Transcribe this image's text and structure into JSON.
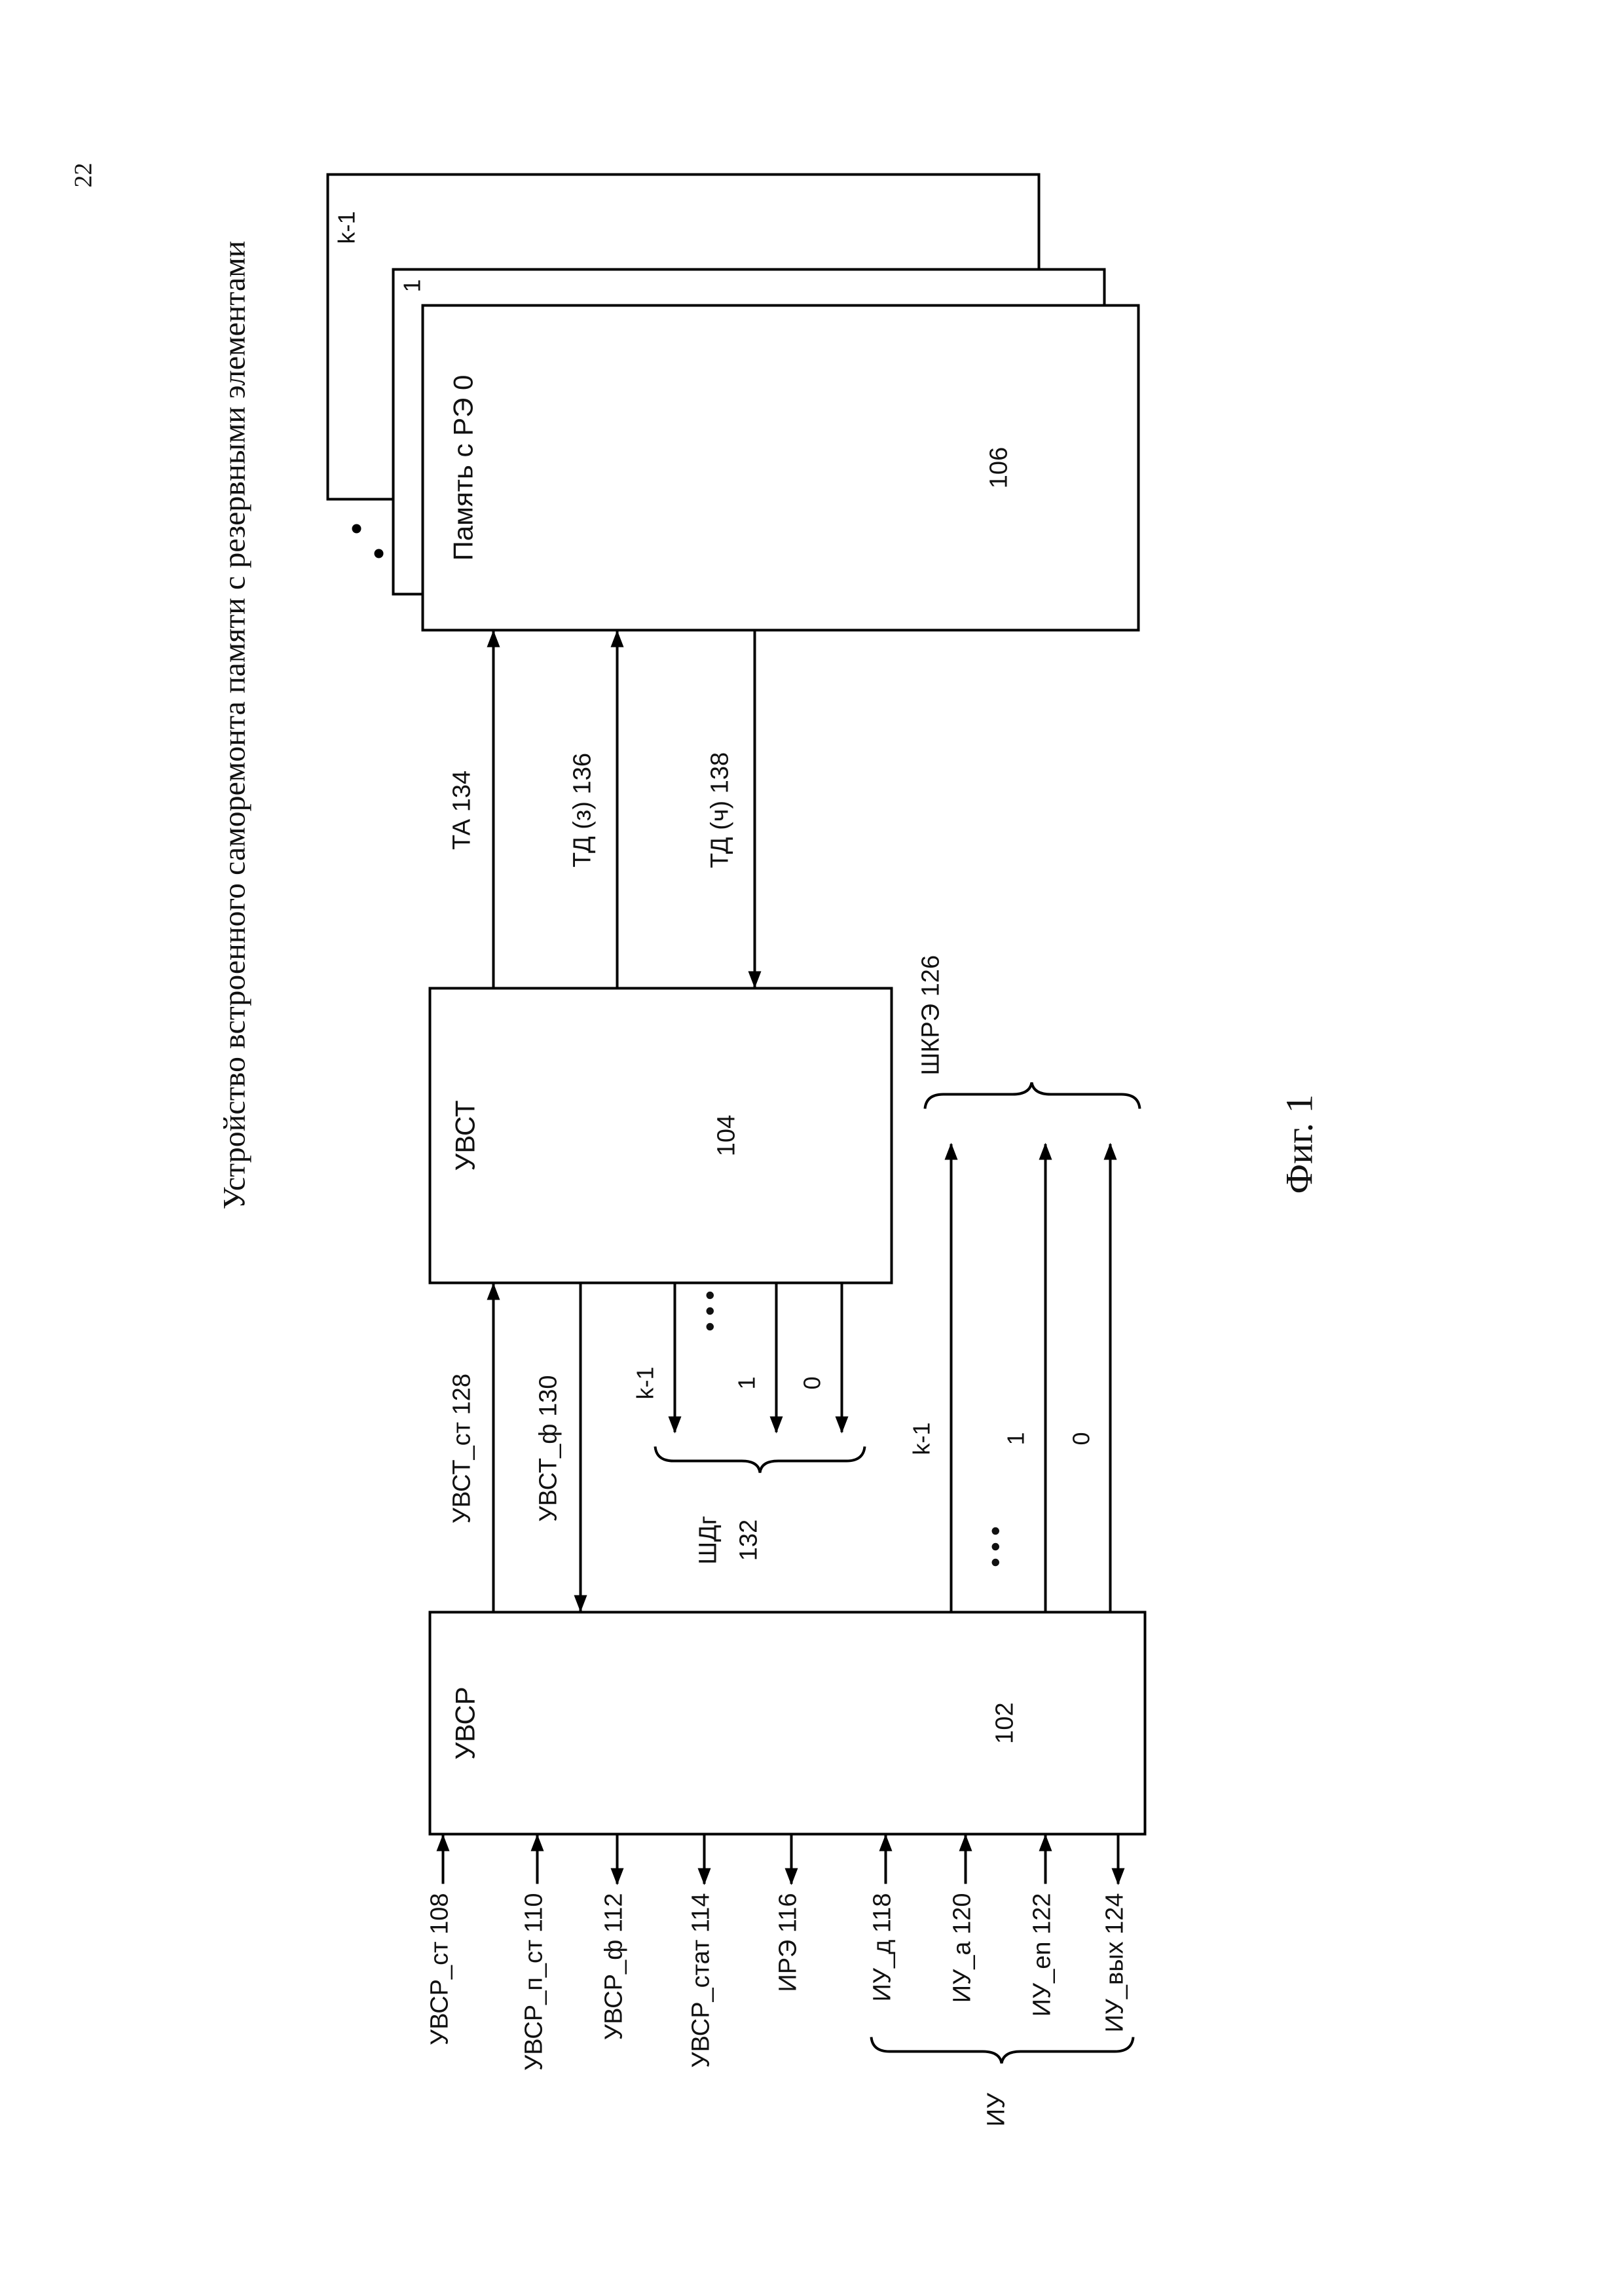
{
  "page": {
    "number": "22",
    "title": "Устройство встроенного саморемонта памяти с резервными элементами",
    "figure_caption": "Фиг. 1"
  },
  "colors": {
    "line": "#000000",
    "background": "#ffffff",
    "text": "#111111"
  },
  "blocks": {
    "uvsr": {
      "name": "УВСР",
      "ref": "102"
    },
    "uvst": {
      "name": "УВСТ",
      "ref": "104"
    },
    "memory": {
      "name": "Память с РЭ 0",
      "ref": "106",
      "stack_back_label": "k-1",
      "stack_mid_label": "1"
    }
  },
  "signals": {
    "ta": "ТА 134",
    "td_write": "ТД (з) 136",
    "td_read": "ТД (ч) 138",
    "uvst_st": "УВСТ_ст 128",
    "uvst_f": "УВСТ_ф 130"
  },
  "shdg_bus": {
    "label": "ШДг",
    "ref": "132",
    "line_labels": [
      "k-1",
      "1",
      "0"
    ],
    "dots": "•••"
  },
  "shkre_bus": {
    "label": "ШКРЭ 126",
    "line_labels": [
      "k-1",
      "1",
      "0"
    ],
    "dots": "•••"
  },
  "uvsr_inputs": [
    {
      "label": "УВСР_ст 108",
      "direction": "in"
    },
    {
      "label": "УВСР_п_ст 110",
      "direction": "in"
    },
    {
      "label": "УВСР_ф 112",
      "direction": "out"
    },
    {
      "label": "УВСР_стат 114",
      "direction": "out"
    },
    {
      "label": "ИРЭ 116",
      "direction": "out"
    },
    {
      "label": "ИУ_д 118",
      "direction": "in"
    },
    {
      "label": "ИУ_а 120",
      "direction": "in"
    },
    {
      "label": "ИУ_en 122",
      "direction": "in"
    },
    {
      "label": "ИУ_вых 124",
      "direction": "out"
    }
  ],
  "iu_group": {
    "label": "ИУ"
  }
}
